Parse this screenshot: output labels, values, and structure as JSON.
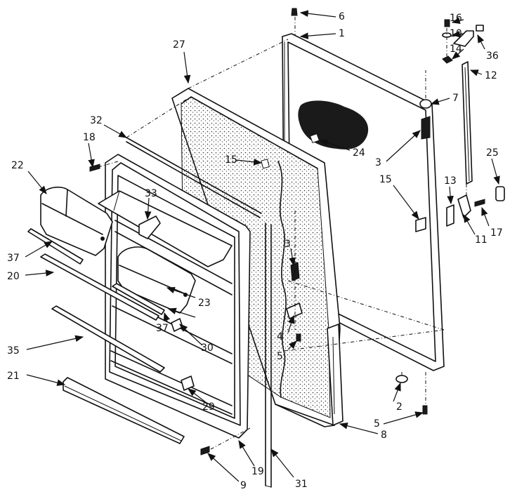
{
  "callouts": {
    "c1": "1",
    "c2": "2",
    "c3a": "3",
    "c3b": "3",
    "c4": "4",
    "c5a": "5",
    "c5b": "5",
    "c6": "6",
    "c7": "7",
    "c8": "8",
    "c9": "9",
    "c10": "10",
    "c11": "11",
    "c12": "12",
    "c13": "13",
    "c14": "14",
    "c15a": "15",
    "c15b": "15",
    "c16": "16",
    "c17": "17",
    "c18": "18",
    "c19": "19",
    "c20": "20",
    "c21": "21",
    "c22": "22",
    "c23": "23",
    "c24": "24",
    "c25": "25",
    "c27": "27",
    "c29": "29",
    "c30": "30",
    "c31": "31",
    "c32": "32",
    "c33": "33",
    "c35": "35",
    "c36": "36",
    "c37a": "37",
    "c37b": "37"
  }
}
